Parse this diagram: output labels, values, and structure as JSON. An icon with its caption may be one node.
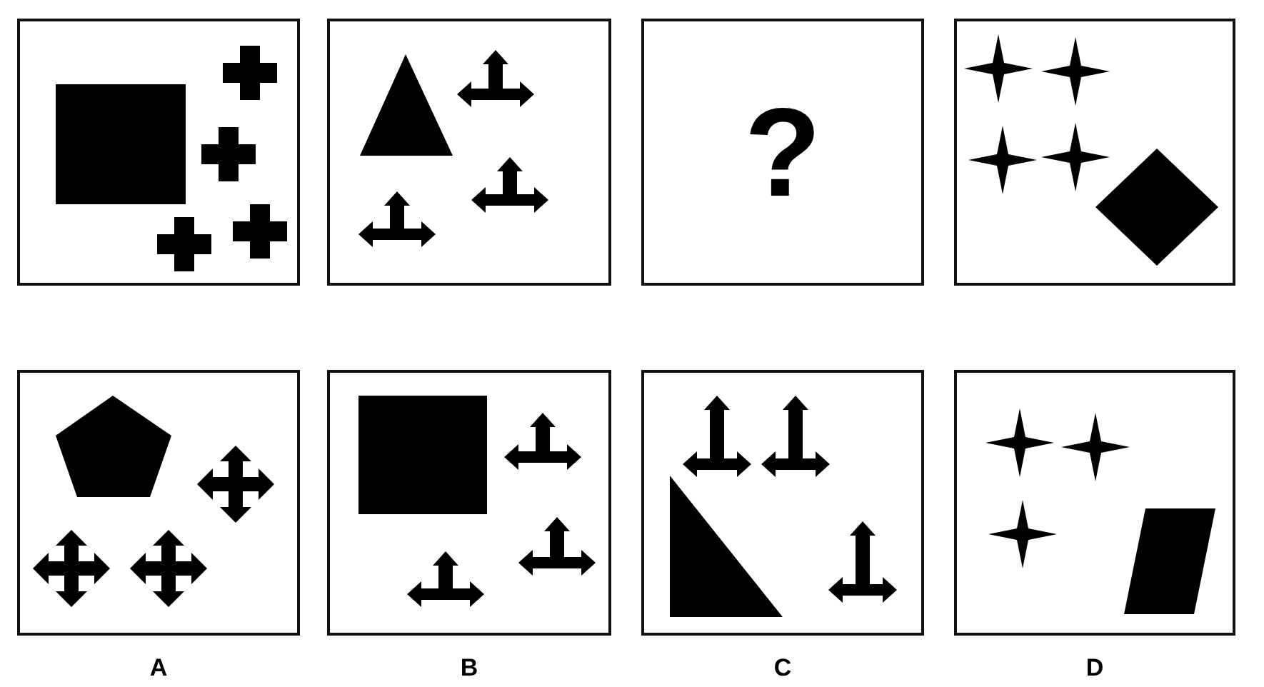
{
  "diagram": {
    "nodes": [
      {
        "text": [],
        "shape": "box"
      },
      {
        "text": [],
        "shape": "box"
      },
      {
        "text": [
          "?"
        ]
      },
      {
        "text": [],
        "shape": "box"
      },
      {
        "text": [],
        "shape": "box",
        "beside": [
          "A"
        ]
      },
      {
        "text": [],
        "shape": "box",
        "beside": [
          "B"
        ]
      },
      {
        "text": [],
        "shape": "box",
        "beside": [
          "C"
        ]
      },
      {
        "text": [],
        "shape": "box",
        "beside": [
          "D"
        ]
      }
    ]
  }
}
